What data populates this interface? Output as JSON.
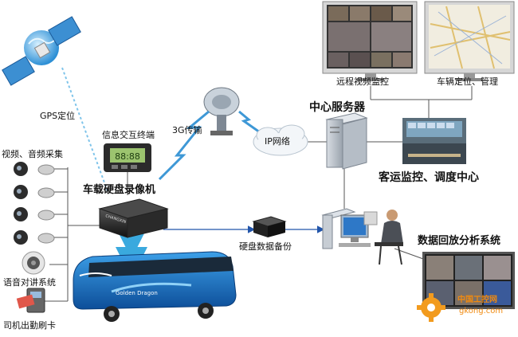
{
  "labels": {
    "gps": "GPS定位",
    "info_terminal": "信息交互终端",
    "g3": "3G传输",
    "ip_network": "IP网络",
    "central_server": "中心服务器",
    "remote_video": "远程视频监控",
    "vehicle_location": "车辆定位、管理",
    "dispatch_center": "客运监控、调度中心",
    "av_capture": "视频、音频采集",
    "dvr": "车载硬盘录像机",
    "hdd_backup": "硬盘数据备份",
    "playback": "数据回放分析系统",
    "intercom": "语音对讲系统",
    "driver_card": "司机出勤刷卡",
    "watermark_cn": "中国工控网",
    "watermark_url": "gkong.com"
  },
  "devices": {
    "dvr_brand": "CHANGXIN",
    "terminal_screen": "88:88",
    "bus_logo": "Golden Dragon"
  },
  "colors": {
    "dashed_link": "#7fc4ea",
    "solid_arrow": "#2255aa",
    "lightning": "#3e98d6",
    "bus_body": "#1b78c8",
    "gear": "#f29b1e"
  }
}
